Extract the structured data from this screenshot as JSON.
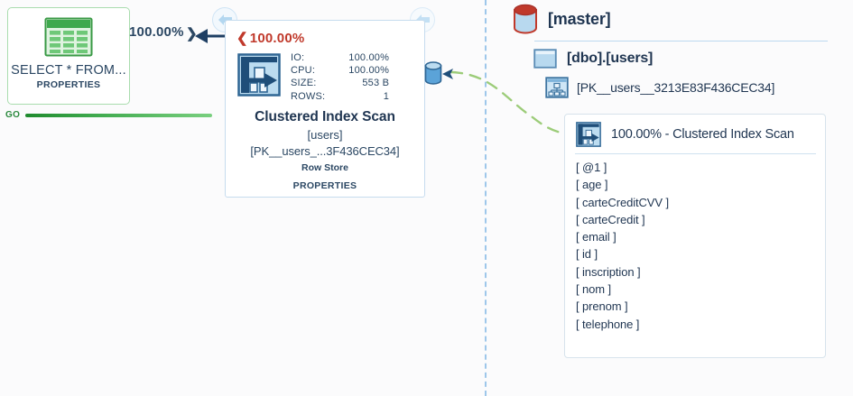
{
  "batch": {
    "go_label": "GO",
    "cost_label": "100.00%"
  },
  "select_node": {
    "icon": "green-table-grid-icon",
    "title": "SELECT * FROM...",
    "properties_label": "PROPERTIES"
  },
  "plan_node": {
    "cost_percent": "100.00%",
    "cost_chevron": "❮",
    "icon": "clustered-index-scan-icon",
    "stats": [
      {
        "key": "IO:",
        "value": "100.00%"
      },
      {
        "key": "CPU:",
        "value": "100.00%"
      },
      {
        "key": "SIZE:",
        "value": "553 B"
      },
      {
        "key": "ROWS:",
        "value": "1"
      }
    ],
    "operation": "Clustered Index Scan",
    "object": "[users]",
    "index": "[PK__users_...3F436CEC34]",
    "storage": "Row Store",
    "properties_label": "PROPERTIES"
  },
  "connector": {
    "percent": "100.00%",
    "chevron": "❯"
  },
  "nav": {
    "prev_arrow_1": "left-arrow",
    "prev_arrow_2": "left-arrow"
  },
  "database": {
    "icon": "database-cylinder-icon",
    "name": "[master]",
    "table": {
      "icon": "table-icon",
      "name": "[dbo].[users]",
      "index": {
        "icon": "index-icon",
        "name": "[PK__users__3213E83F436CEC34]"
      }
    }
  },
  "popup": {
    "icon": "clustered-index-scan-icon",
    "title": "100.00% - Clustered Index Scan",
    "columns": [
      "[ @1 ]",
      "[ age ]",
      "[ carteCreditCVV ]",
      "[ carteCredit ]",
      "[ email ]",
      "[ id ]",
      "[ inscription ]",
      "[ nom ]",
      "[ prenom ]",
      "[ telephone ]"
    ]
  },
  "colors": {
    "background": "#fbfbfc",
    "accent_blue": "#2b4763",
    "cost_red": "#c0392b",
    "green": "#2b8a3e",
    "divider_blue": "#9ec7ea",
    "dashed_green": "#9ccc79"
  }
}
